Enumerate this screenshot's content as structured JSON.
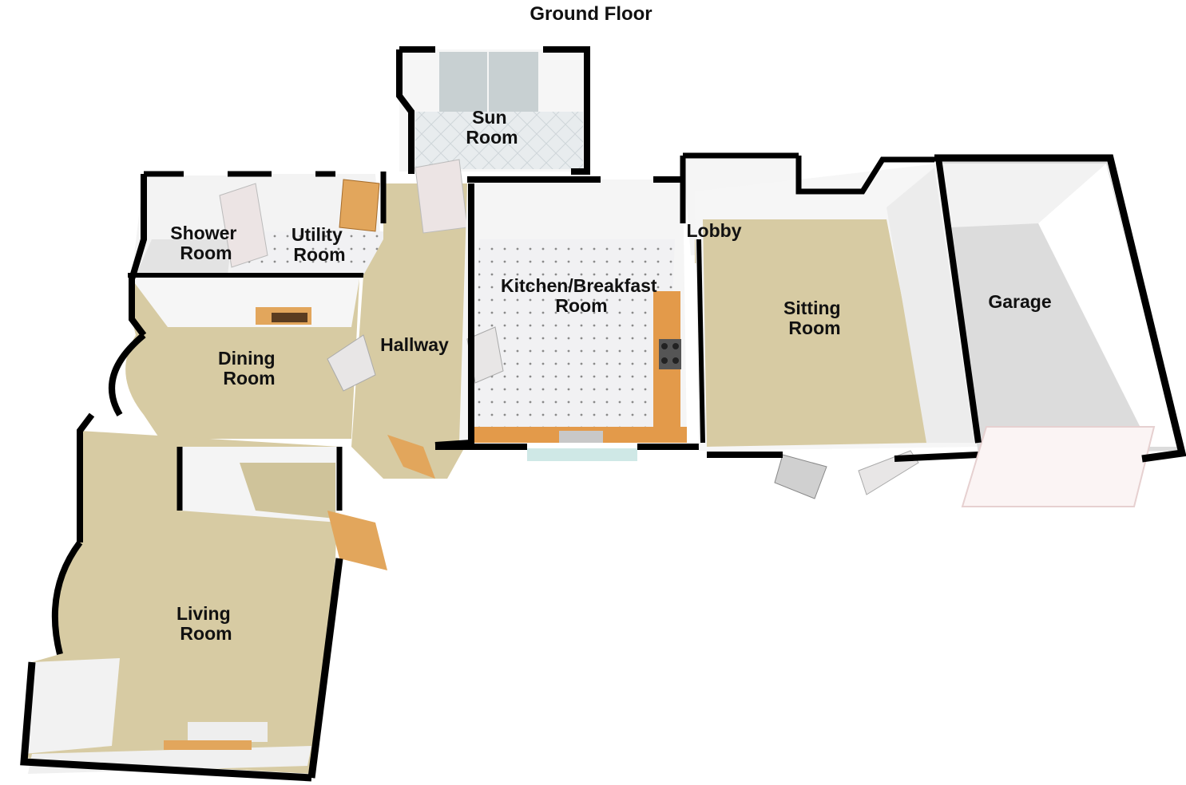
{
  "title": "Ground Floor",
  "rooms": {
    "sun_room": [
      "Sun",
      "Room"
    ],
    "shower_room": [
      "Shower",
      "Room"
    ],
    "utility_room": [
      "Utility",
      "Room"
    ],
    "kitchen": [
      "Kitchen/Breakfast",
      "Room"
    ],
    "lobby": [
      "Lobby"
    ],
    "hallway": [
      "Hallway"
    ],
    "dining_room": [
      "Dining",
      "Room"
    ],
    "sitting_room": [
      "Sitting",
      "Room"
    ],
    "garage": [
      "Garage"
    ],
    "living_room": [
      "Living",
      "Room"
    ]
  },
  "colors": {
    "wall": "#000000",
    "wall_face": "#f4f4f4",
    "carpet": "#d8cca4",
    "tile": "#f0f0f2",
    "garage_floor": "#dcdcdc",
    "worktop": "#e39a4a",
    "door": "#e2a65c",
    "window": "#cfe8e6"
  }
}
